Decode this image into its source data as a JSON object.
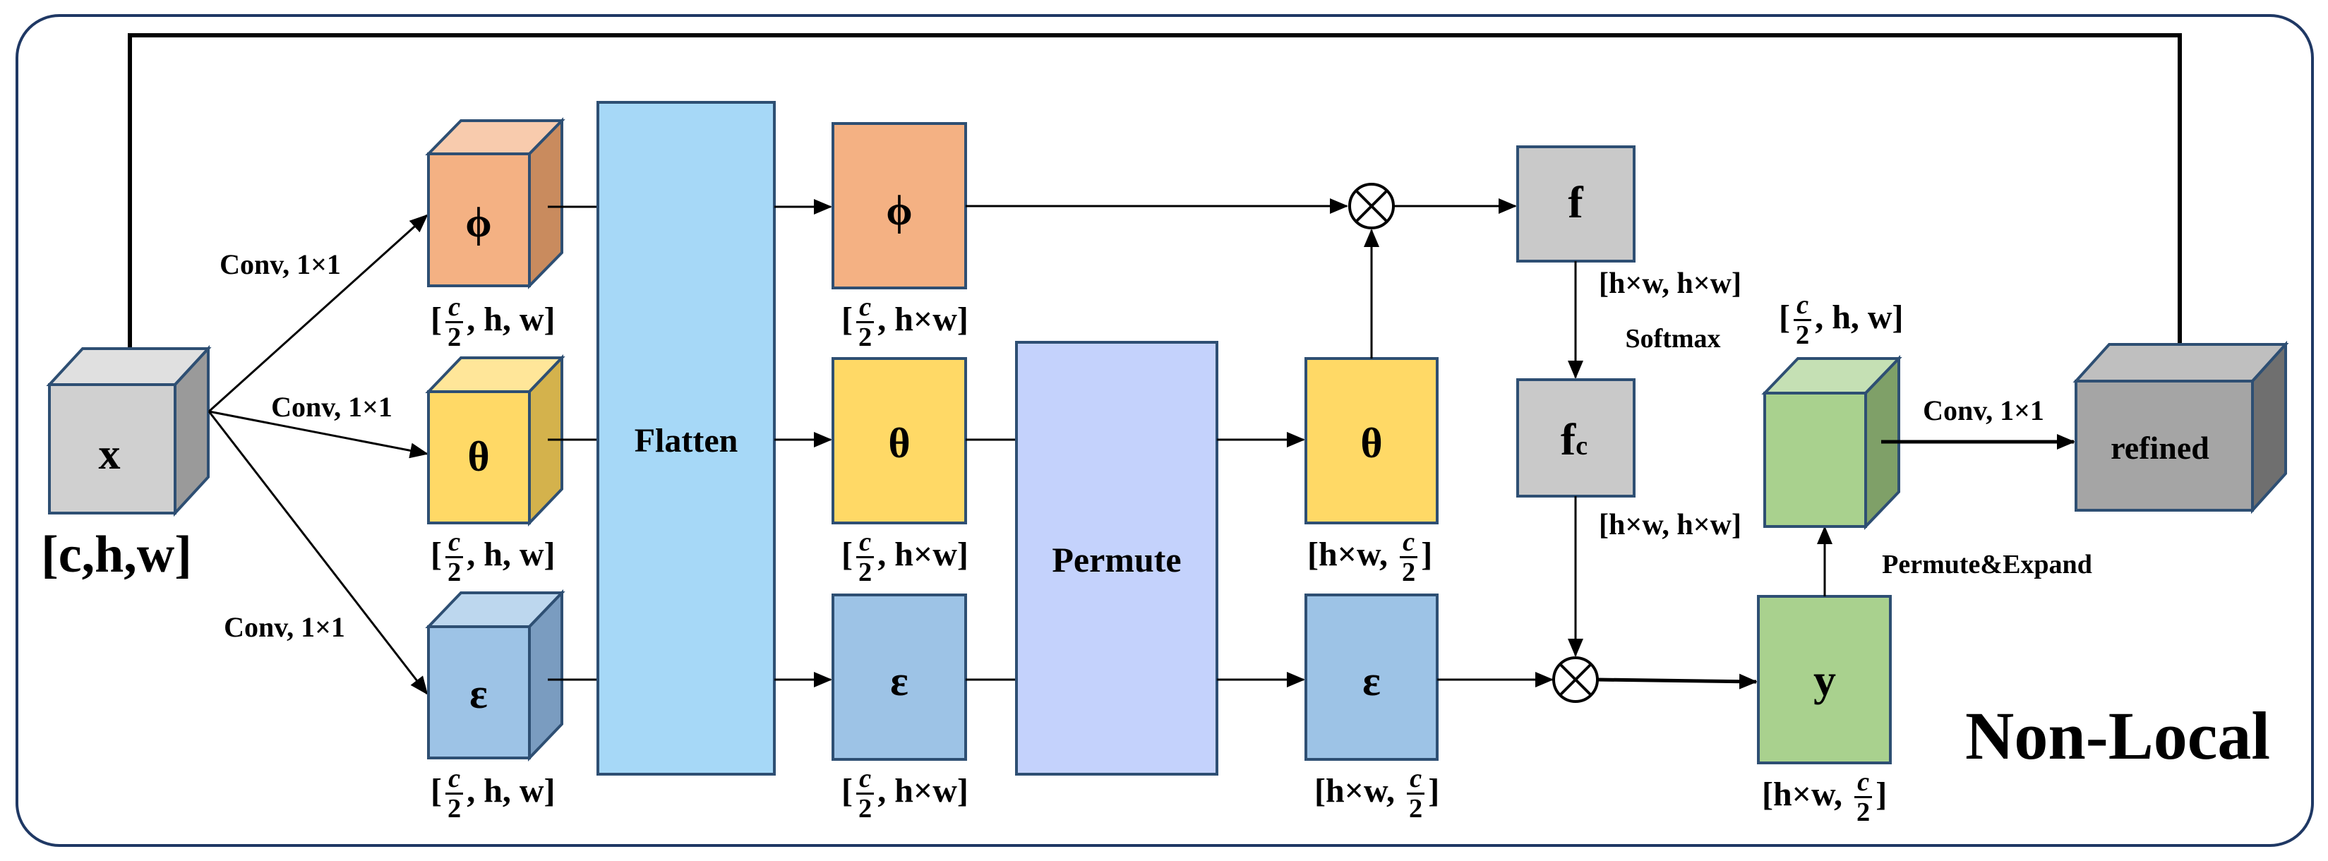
{
  "title": "Non-Local",
  "input": {
    "symbol": "x",
    "shape": "[c,h,w]"
  },
  "output": {
    "symbol": "refined"
  },
  "branches": {
    "phi": "ϕ",
    "theta": "θ",
    "epsilon": "ε"
  },
  "conv_label": "Conv, 1×1",
  "flatten_label": "Flatten",
  "permute_label": "Permute",
  "f_label": "f",
  "fc_label": "f",
  "fc_sub": "c",
  "softmax_label": "Softmax",
  "permute_expand_label": "Permute&Expand",
  "y_label": "y",
  "shapes": {
    "frac_num": "c",
    "frac_den": "2",
    "open": "[",
    "close": "]",
    "c2hw_tail": ", h, w",
    "c2_hxw_tail": ", h×w",
    "hxw_c2_head": "h×w, ",
    "f_shape": "[h×w, h×w]",
    "fc_shape": "[h×w, h×w]"
  },
  "colors": {
    "phi": "#F4B183",
    "theta": "#FFD966",
    "epsilon": "#9DC3E6",
    "flatten": "#A6D8F7",
    "permute": "#C4D2FC",
    "gray": "#C9C9C9",
    "y": "#A9D18E",
    "refined": "#A5A5A5",
    "border": "#2E4F73"
  }
}
